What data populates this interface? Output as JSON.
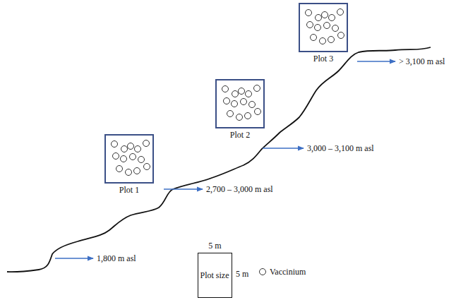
{
  "diagram": {
    "nodes": [
      {
        "text": [
          "Plot 1"
        ]
      },
      {
        "text": [
          "Plot 2"
        ]
      },
      {
        "text": [
          "Plot 3"
        ]
      },
      {
        "text": [
          "5 m",
          "Plot size",
          "5 m"
        ]
      }
    ],
    "labels": [
      "1,800 m asl",
      "2,700 – 3,000 m asl",
      "3,000 – 3,100 m asl",
      "> 3,100 m asl"
    ],
    "legend": [
      {
        "text": "Vaccinium"
      }
    ]
  }
}
